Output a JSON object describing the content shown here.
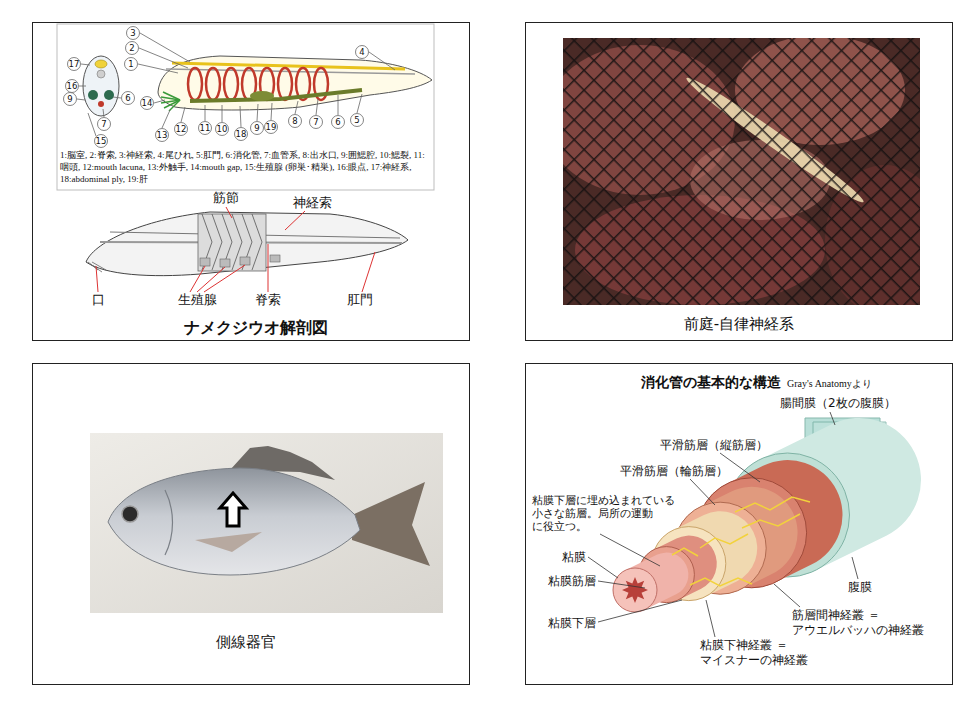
{
  "diagram": {
    "nodes": [
      {
        "text": [
          "ナメクジウオ解剖図"
        ]
      },
      {
        "text": [
          "前庭-自律神経系"
        ]
      },
      {
        "text": [
          "側線器官"
        ]
      },
      {
        "text": [
          "消化管の基本的な構造",
          "Gray's Anatomyより"
        ]
      }
    ],
    "labels": [
      "3",
      "2",
      "1",
      "4",
      "17",
      "16",
      "9",
      "6",
      "7",
      "15",
      "14",
      "13",
      "12",
      "11",
      "10",
      "18",
      "9",
      "19",
      "8",
      "7",
      "6",
      "5",
      "1:脳室, 2:脊索, 3:神経索, 4:尾ひれ, 5:肛門, 6:消化管, 7:血管系, 8:出水口, 9:囲鰓腔, 10:鰓裂, 11:咽頭, 12:mouth lacuna, 13:外触手, 14:mouth gap, 15:生殖腺 (卵巣･精巣), 16:眼点, 17:神経系, 18:abdominal ply, 19:肝",
      "筋節",
      "神経索",
      "口",
      "生殖腺",
      "脊索",
      "肛門",
      "腸間膜（2枚の腹膜）",
      "平滑筋層（縦筋層）",
      "平滑筋層（輪筋層）",
      "粘膜下層に埋め込まれている 小さな筋層。局所の運動 に役立つ。",
      "粘膜",
      "粘膜筋層",
      "粘膜下層",
      "腹膜",
      "筋層間神経叢 ＝アウエルバッハの神経叢",
      "粘膜下神経叢 ＝マイスナーの神経叢"
    ]
  }
}
